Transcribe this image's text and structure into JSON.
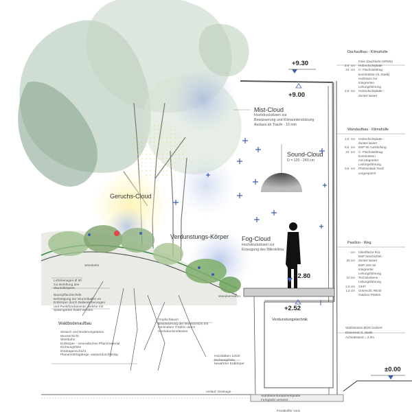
{
  "clouds": {
    "mist": {
      "title": "Mist-Cloud",
      "sub1": "Hochdruckdüsen zur",
      "sub2": "Bewässerung und Klimaunterstützung",
      "sub3": "Auslass an Traufe - 10 mm"
    },
    "sound": {
      "title": "Sound-Cloud",
      "sub1": "D = 120 - 240 cm"
    },
    "geruchs": {
      "title": "Geruchs-Cloud"
    },
    "fog": {
      "title": "Fog-Cloud",
      "sub1": "Hochdruckdüsen zur",
      "sub2": "Erzeugung des Mikroklima"
    },
    "verdunstung": {
      "title": "Verdunstungs-Körper"
    }
  },
  "elevations": {
    "e930": "+9.30",
    "e900": "+9.00",
    "e280": "+2.80",
    "e252": "+2.52",
    "e000": "±0.00"
  },
  "dachaufbau": {
    "header": "Dachaufbau - Klimahülle",
    "rows": [
      {
        "dim": "",
        "text": "Folie (Dachbahn EPDM)"
      },
      {
        "dim": "2,0  cm",
        "text": "Holzschichtplatte"
      },
      {
        "dim": "24  cm",
        "text": "C- Flachstahltrag-"
      },
      {
        "dim": "",
        "text": "konstruktion (lt. Statik)"
      },
      {
        "dim": "",
        "text": "Hohlraum zur"
      },
      {
        "dim": "",
        "text": "integrierten"
      },
      {
        "dim": "",
        "text": "Leitungsführung"
      },
      {
        "dim": "2,0  cm",
        "text": "Holzschichtplatte -"
      },
      {
        "dim": "",
        "text": "dunkel lasiert"
      }
    ]
  },
  "wandaufbau": {
    "header": "Wandaufbau - Klimahülle",
    "rows": [
      {
        "dim": "2,0  cm",
        "text": "Holzschichtplatte -"
      },
      {
        "dim": "",
        "text": "dunkel lasiert"
      },
      {
        "dim": "9,0  cm",
        "text": "BSP 90 Aussteifung"
      },
      {
        "dim": "24  cm",
        "text": "C- Flachstahltrag-"
      },
      {
        "dim": "",
        "text": "konstruktion"
      },
      {
        "dim": "",
        "text": "mit integrierter"
      },
      {
        "dim": "",
        "text": "Leitungsführung"
      },
      {
        "dim": "0,5  cm",
        "text": "Photovoltaik Textil"
      },
      {
        "dim": "",
        "text": "vorgespannt"
      }
    ]
  },
  "pavillon": {
    "header": "Pavillon - Weg",
    "rows": [
      {
        "dim": "- cm",
        "text": "Oberfläche R11"
      },
      {
        "dim": "",
        "text": "BSP beschichtet -"
      },
      {
        "dim": "20 cm",
        "text": "dunkel lasiert"
      },
      {
        "dim": "",
        "text": "BSP 200 mit"
      },
      {
        "dim": "",
        "text": "integrierter"
      },
      {
        "dim": "",
        "text": "Leitungsführung"
      },
      {
        "dim": "10 cm",
        "text": "Technikebene -"
      },
      {
        "dim": "",
        "text": "Leitungsführung"
      },
      {
        "dim": "2,5 cm",
        "text": "OKFl"
      },
      {
        "dim": "1,2 cm",
        "text": "Unterschl. RE40"
      },
      {
        "dim": "",
        "text": "Outdoor Platten"
      }
    ]
  },
  "stahlstuetzen": {
    "l1": "Stahlstützen Ø100 lackiert",
    "l2": "Dimension lt. Statik",
    "l3": "Achsabstand = 3,0m"
  },
  "left_notes": {
    "wiesbahn": "Wiesbahn",
    "luft": [
      "Luftdrainagen Ø 80",
      "zur Belüftung des",
      "Wurzelkörpers"
    ],
    "baum": [
      "Baumpflanztechnik",
      "Befestigung der Wurzelballen im",
      "Erdkörper durch Ballensicherungen",
      "und Punktfundamente, welche mit",
      "Spanngurten fixiert werden"
    ],
    "waldboden_title": "Waldbodenaufbau",
    "waldboden": [
      "Strauch und Bodenvegetation",
      "Moosschicht",
      "Wiesbahn",
      "Erdkörper - mineralisches Pflanzmaterial",
      "Dichtungsfolie",
      "Drainagenschicht",
      "Planumsbfragtänge, wasserdurchlässig"
    ]
  },
  "center_notes": {
    "wandsensoren": "Wandsensoren",
    "tropf": [
      "Tropfschlauch",
      "Bewässerung der Moosschicht mit",
      "minimalem Tropfen durch",
      "Hochdruckentlüssen"
    ],
    "heiz": [
      "Heizstäben 10/20",
      "Dichtungsfolie",
      "bewährter Erdkörper"
    ],
    "verdunstungstechnik": "Verdunstungstechnik",
    "drainage": "umlauf. Drainage",
    "fundament": [
      "Stahlbetonfundamentplatte",
      "Fertigteile versetzt"
    ],
    "frost": "Frostkoffer verd."
  },
  "colors": {
    "accent_blue": "#3d5fb0",
    "foliage": "#7fa98a",
    "structure": "#555555"
  }
}
